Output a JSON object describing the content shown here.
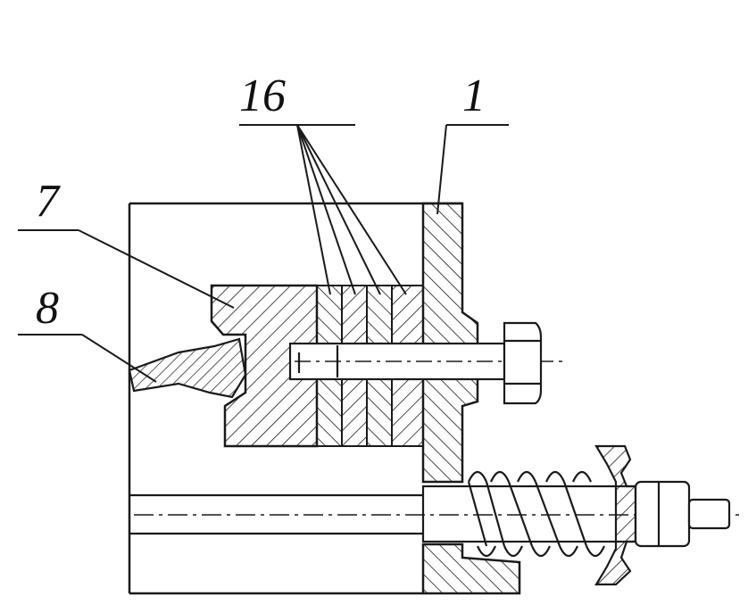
{
  "labels": {
    "part_16": "16",
    "part_1": "1",
    "part_7": "7",
    "part_8": "8"
  },
  "colors": {
    "line": "#1a1a1a",
    "background": "#ffffff"
  }
}
